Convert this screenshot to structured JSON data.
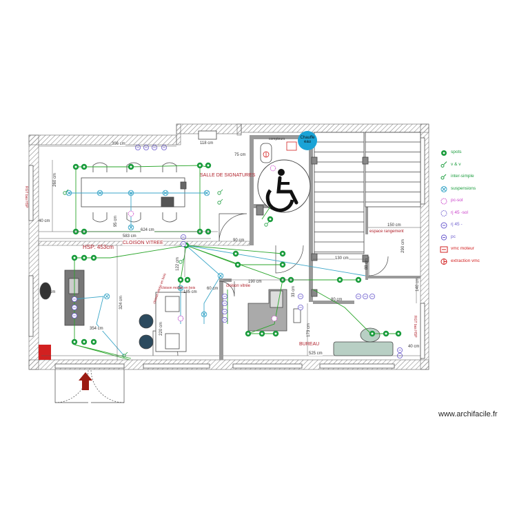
{
  "dimensions": {
    "d396": "396 cm",
    "d118": "118 cm",
    "d75": "75 cm",
    "d260": "260 cm",
    "d40a": "40 cm",
    "d624": "624 cm",
    "d583": "583 cm",
    "d95": "95 cm",
    "d90": "90 cm",
    "d150": "150 cm",
    "d290": "290 cm",
    "d130": "130 cm",
    "d88": "88 cm",
    "d122": "122 cm",
    "d190": "190 cm",
    "d185": "185 cm",
    "d60": "60 cm",
    "d80a": "80 cm",
    "d80b": "80 cm",
    "d33": "33 cm",
    "d324": "324 cm",
    "d354": "354 cm",
    "d173": "173 cm",
    "d525": "525 cm",
    "d40b": "40 cm",
    "d140": "140 cm",
    "d220": "220 cm"
  },
  "labels": {
    "salle": "SALLE DE SIGNATURES",
    "cloison": "CLOISON VITREE",
    "hsp": "HSP: 453cm",
    "espace": "espace rangement",
    "bureau": "BUREAU",
    "cloison_vitree2": "cloison vitrée",
    "cloison_diag1": "cloison mobile en bois",
    "cloison_diag2": "cloison vitrée en bois",
    "chauffe": "Chauffe eau",
    "compteurs": "compteurs",
    "rgt1": "RGT bas HSP",
    "rgt2": "RGT bas HSP"
  },
  "legend": [
    {
      "label": "spots",
      "icon": "spot-icon"
    },
    {
      "label": "v & v",
      "icon": "switch-icon"
    },
    {
      "label": "inter-simple",
      "icon": "switch-simple-icon"
    },
    {
      "label": "suspensions",
      "icon": "suspension-icon"
    },
    {
      "label": "pc-sol",
      "icon": "floor-socket-icon"
    },
    {
      "label": "rj 45 -sol",
      "icon": "rj45-floor-icon"
    },
    {
      "label": "rj 45 -",
      "icon": "rj45-icon"
    },
    {
      "label": "pc",
      "icon": "socket-icon"
    },
    {
      "label": "vmc moteur",
      "icon": "vmc-motor-icon"
    },
    {
      "label": "extraction vmc",
      "icon": "vmc-extraction-icon"
    }
  ],
  "watermark": "www.archifacile.fr",
  "colors": {
    "spot": "#1a9c3c",
    "wire_green": "#2aa52a",
    "wire_blue": "#3aa6c8",
    "socket": "#6a5acd",
    "floor_socket": "#c83cc8",
    "vmc": "#d22020",
    "title_red": "#b0202a",
    "access": "#1aa3d6",
    "arrow": "#9b1b12"
  }
}
